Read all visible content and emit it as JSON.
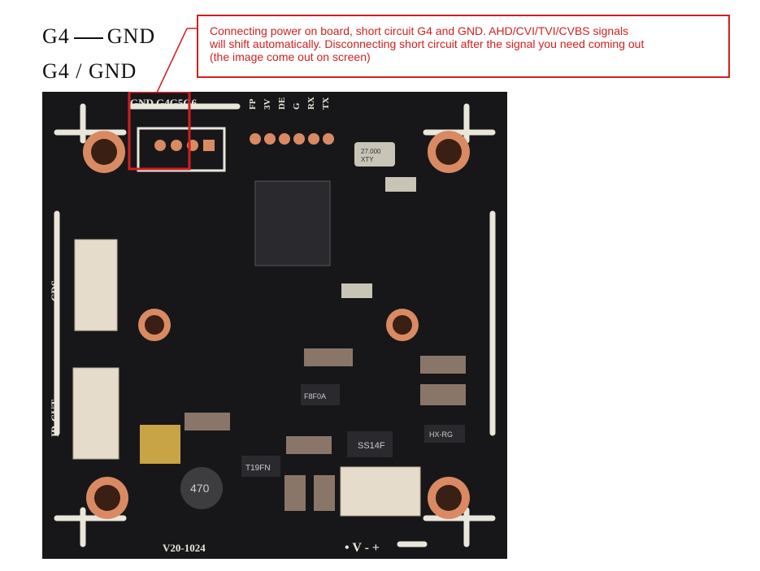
{
  "labels": {
    "line1": {
      "left": "G4",
      "right": "GND"
    },
    "line2": "G4 / GND"
  },
  "note": {
    "line1": "Connecting power on board, short circuit G4 and GND. AHD/CVI/TVI/CVBS signals",
    "line2": "will shift automatically.  Disconnecting short circuit after the signal you need coming out",
    "line3": "(the image come out on screen)"
  },
  "board": {
    "header_label": "GND G4G5G6",
    "pin_labels": [
      "FP",
      "3V",
      "DE",
      "G",
      "RX",
      "TX"
    ],
    "cds_label": "CDS",
    "ircut_label": "IR-CUT",
    "version": "V20-1024",
    "power_label": "• V - +",
    "crystal_label": "27.000",
    "crystal_label2": "XTY",
    "inductor_label": "470",
    "diode_label": "SS14F",
    "regulator_label": "HX-RG",
    "chip_label": "T19FN",
    "ic_label": "F8F0A"
  },
  "colors": {
    "callout": "#d21f1f",
    "pcb": "#17171a",
    "silkscreen": "#e9e6da",
    "copper_pad": "#d98a62",
    "highlight_box": "#d21f1f"
  }
}
